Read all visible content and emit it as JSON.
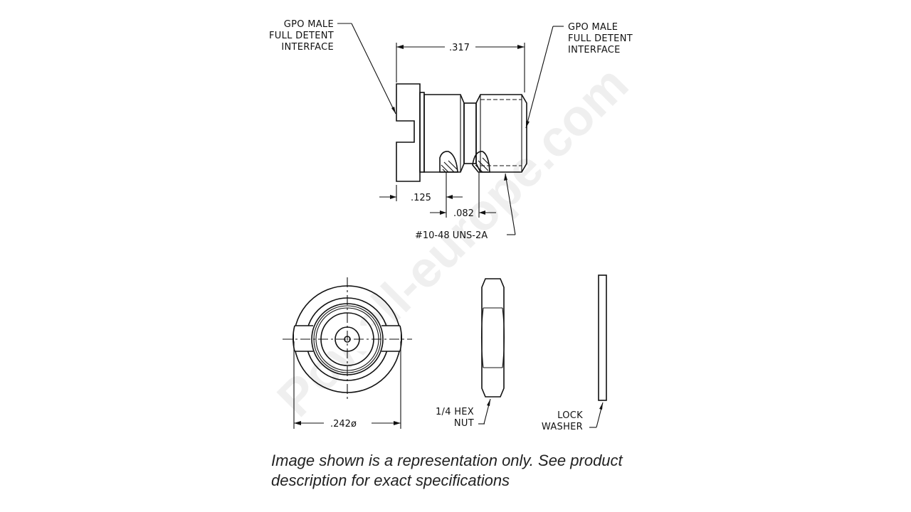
{
  "drawing": {
    "top_left_callout": [
      "GPO MALE",
      "FULL DETENT",
      "INTERFACE"
    ],
    "top_right_callout": [
      "GPO MALE",
      "FULL DETENT",
      "INTERFACE"
    ],
    "dim_overall_length": ".317",
    "dim_flange": ".125",
    "dim_groove": ".082",
    "thread_callout": "#10-48 UNS-2A",
    "dim_diameter": ".242ø",
    "hex_nut_label": [
      "1/4 HEX",
      "NUT"
    ],
    "lock_washer_label": [
      "LOCK",
      "WASHER"
    ],
    "watermark": "Powell-europe.com"
  },
  "caption": {
    "line1": "Image shown is a representation only. See product",
    "line2": "description for exact specifications"
  }
}
